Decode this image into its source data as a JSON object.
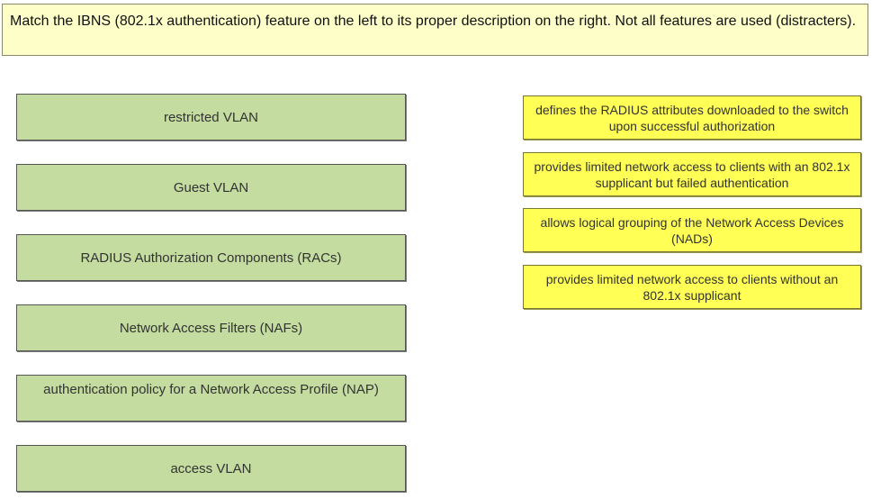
{
  "question": {
    "text": "Match the IBNS (802.1x authentication) feature on the left to its proper description on the right. Not all features are used (distracters)."
  },
  "features": [
    {
      "label": "restricted VLAN"
    },
    {
      "label": "Guest VLAN"
    },
    {
      "label": "RADIUS Authorization Components (RACs)"
    },
    {
      "label": "Network Access Filters (NAFs)"
    },
    {
      "label": "authentication policy for a Network Access Profile (NAP)"
    },
    {
      "label": "access VLAN"
    }
  ],
  "descriptions": [
    {
      "label": "defines the RADIUS attributes downloaded to the switch upon successful authorization"
    },
    {
      "label": "provides limited network access to clients with an 802.1x supplicant but failed authentication"
    },
    {
      "label": "allows logical grouping of the Network Access Devices (NADs)"
    },
    {
      "label": "provides limited network access to clients without an 802.1x supplicant"
    }
  ],
  "colors": {
    "question_bg": "#fefec8",
    "feature_bg": "#c4dca0",
    "description_bg": "#ffff55"
  }
}
